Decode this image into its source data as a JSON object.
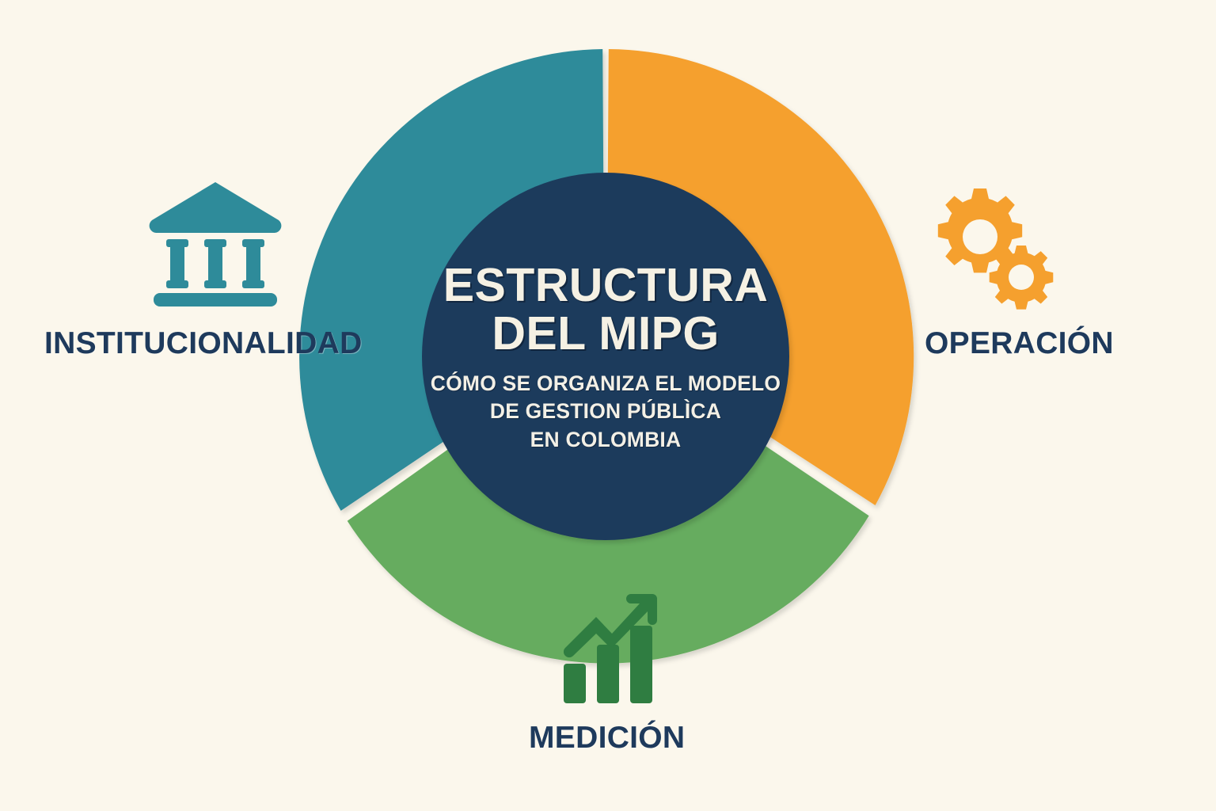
{
  "background_color": "#fbf7ec",
  "center": {
    "name": "center-hub",
    "shape": "circle",
    "fill_color": "#1e3a5c",
    "title_line1": "ESTRUCTURA",
    "title_line2": "DEL MIPG",
    "subtitle_line1": "CÓMO SE ORGANIZA EL MODELO",
    "subtitle_line2": "DE GESTION PÚBLÌCA",
    "subtitle_line3": "EN COLOMBIA",
    "title_color": "#f5f1e4"
  },
  "chart_data": {
    "type": "pie",
    "title": "ESTRUCTURA DEL MIPG",
    "subtitle": "CÓMO SE ORGANIZA EL MODELO DE GESTION PÚBLÌCA EN COLOMBIA",
    "variant": "donut",
    "legend": "outside-labels",
    "categories": [
      "INSTITUCIONALIDAD",
      "OPERACIÓN",
      "MEDICIÓN"
    ],
    "values": [
      33.3,
      33.3,
      33.3
    ],
    "colors": [
      "#2e8b9a",
      "#f5a02e",
      "#66ac5f"
    ],
    "segment_gap_degrees": 7,
    "outer_radius": 388,
    "inner_radius": 255,
    "hub_radius": 232
  },
  "segments": [
    {
      "id": "institucionalidad",
      "label": "INSTITUCIONALIDAD",
      "color": "#2e8b9a",
      "start_angle": -90,
      "end_angle": -210,
      "icon": "bank-institution-icon",
      "icon_color": "#2e8b9a",
      "label_color": "#1e3a5c"
    },
    {
      "id": "operacion",
      "label": "OPERACIÓN",
      "color": "#f5a02e",
      "start_angle": -90,
      "end_angle": 30,
      "icon": "gears-icon",
      "icon_color": "#f5a02e",
      "label_color": "#1e3a5c"
    },
    {
      "id": "medicion",
      "label": "MEDICIÓN",
      "color": "#66ac5f",
      "start_angle": 30,
      "end_angle": 150,
      "icon": "growth-chart-icon",
      "icon_color": "#2f7d41",
      "label_color": "#1e3a5c"
    }
  ]
}
